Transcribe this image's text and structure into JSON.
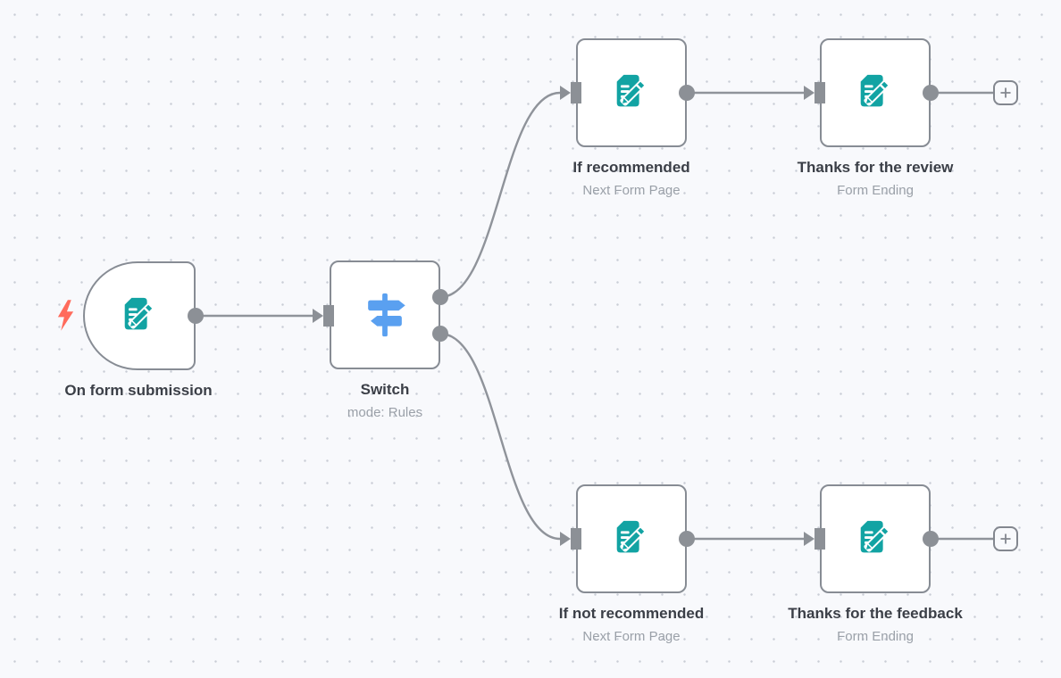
{
  "app": "workflow-editor-canvas",
  "colors": {
    "canvas_background": "#f8f9fc",
    "grid_dot": "#c9cdd6",
    "node_border": "#878c94",
    "node_background": "#ffffff",
    "port": "#8c9096",
    "connection_line": "#8f939a",
    "title_text": "#3b3f47",
    "subtitle_text": "#9aa0a8",
    "form_icon": "#12a3a3",
    "switch_icon": "#5aa0f0",
    "trigger_bolt": "#ff6b5c",
    "plus_button": "#83878f"
  },
  "icons": {
    "trigger": "lightning-bolt",
    "form": "document-with-pencil",
    "switch": "signpost",
    "add_node": "+"
  },
  "nodes": [
    {
      "id": "on-form-submission",
      "label": "On form submission",
      "subtitle": "",
      "icon": "form",
      "kind": "trigger"
    },
    {
      "id": "switch",
      "label": "Switch",
      "subtitle": "mode: Rules",
      "icon": "switch",
      "kind": "router"
    },
    {
      "id": "if-recommended",
      "label": "If recommended",
      "subtitle": "Next Form Page",
      "icon": "form",
      "kind": "form-page"
    },
    {
      "id": "thanks-for-the-review",
      "label": "Thanks for the review",
      "subtitle": "Form Ending",
      "icon": "form",
      "kind": "form-ending"
    },
    {
      "id": "if-not-recommended",
      "label": "If not recommended",
      "subtitle": "Next Form Page",
      "icon": "form",
      "kind": "form-page"
    },
    {
      "id": "thanks-for-the-feedback",
      "label": "Thanks for the feedback",
      "subtitle": "Form Ending",
      "icon": "form",
      "kind": "form-ending"
    }
  ],
  "connections": [
    {
      "from": "On form submission",
      "to": "Switch"
    },
    {
      "from": "Switch (output 1)",
      "to": "If recommended"
    },
    {
      "from": "Switch (output 2)",
      "to": "If not recommended"
    },
    {
      "from": "If recommended",
      "to": "Thanks for the review"
    },
    {
      "from": "If not recommended",
      "to": "Thanks for the feedback"
    },
    {
      "from": "Thanks for the review",
      "to": "add-node button"
    },
    {
      "from": "Thanks for the feedback",
      "to": "add-node button"
    }
  ]
}
